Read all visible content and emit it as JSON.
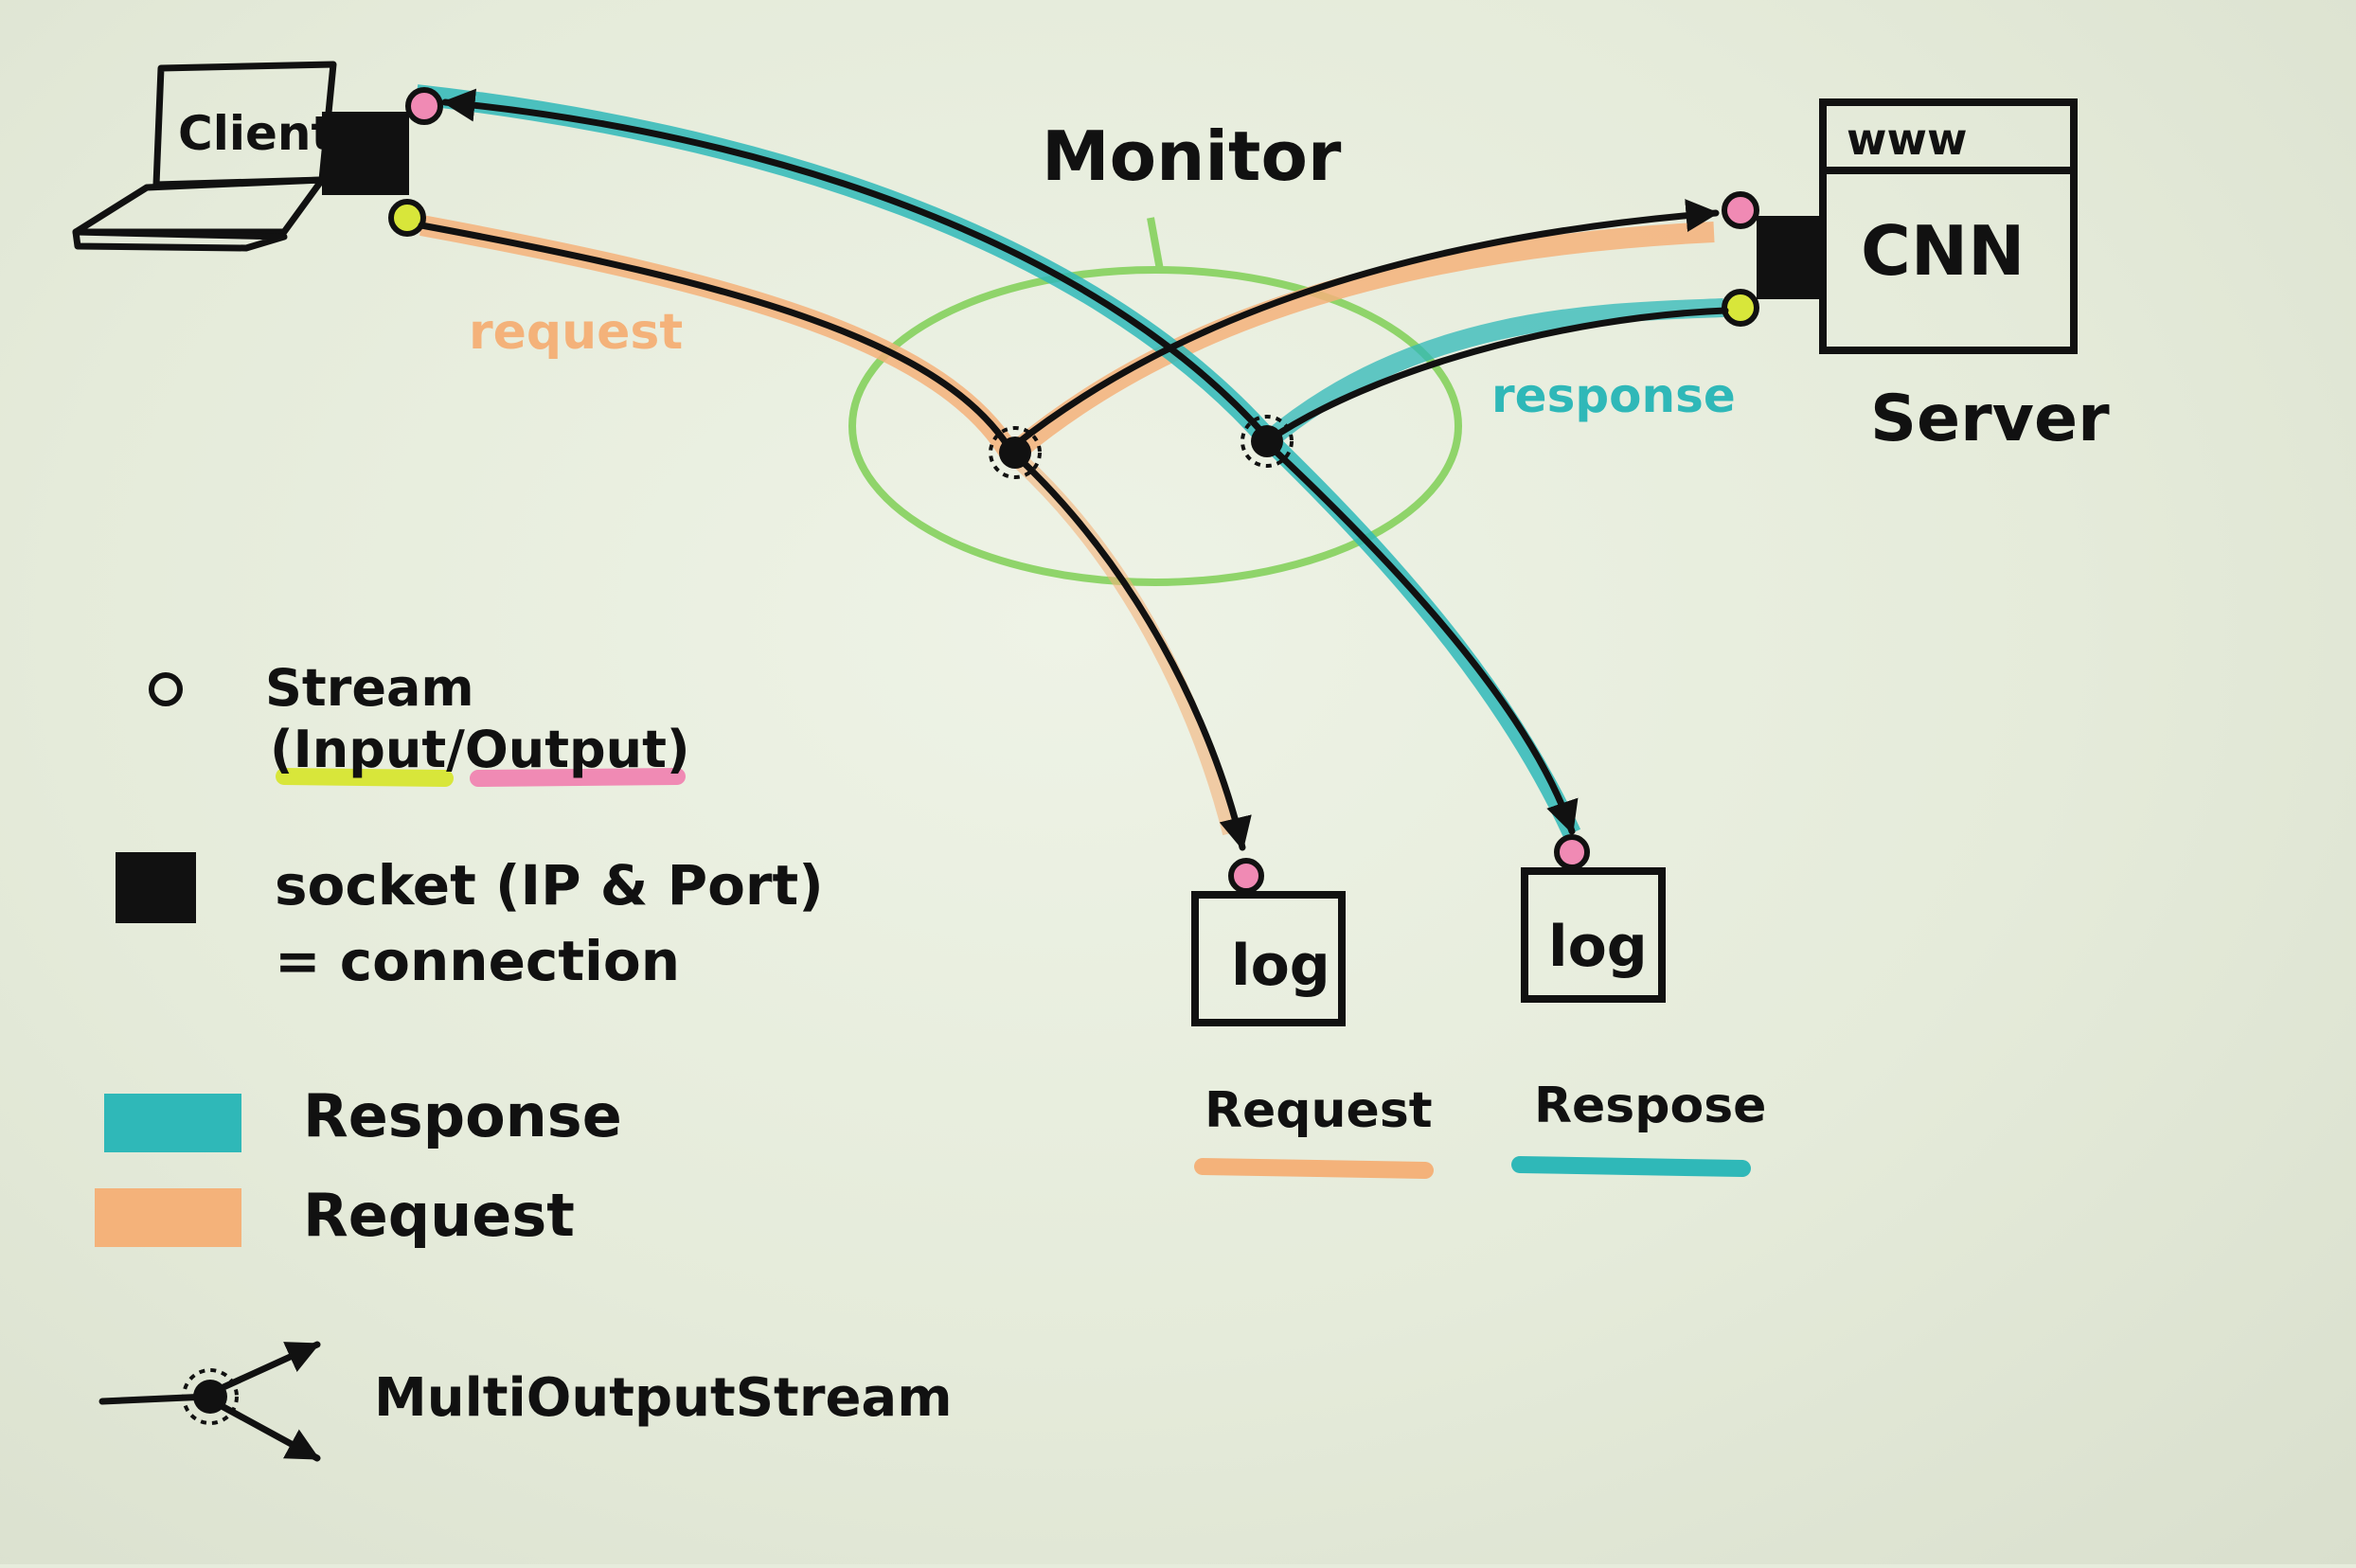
{
  "nodes": {
    "client": "Client",
    "server_bar": "www",
    "server_logo": "CNN",
    "server": "Server",
    "monitor": "Monitor",
    "log_request_box": "log",
    "log_response_box": "log",
    "log_request_caption": "Request",
    "log_response_caption": "Respose"
  },
  "edge_labels": {
    "request": "request",
    "response": "response"
  },
  "legend": {
    "stream": "Stream",
    "stream_sub": "(Input/Output)",
    "socket_line1": "socket (IP & Port)",
    "socket_line2": "= connection",
    "response": "Response",
    "request": "Request",
    "multi": "MultiOutputStream"
  },
  "colors": {
    "response": "#2fb8b8",
    "request": "#f4b27a",
    "monitor": "#8fd46a",
    "input": "#d8e63a",
    "output": "#f08ab4",
    "ink": "#111111"
  }
}
